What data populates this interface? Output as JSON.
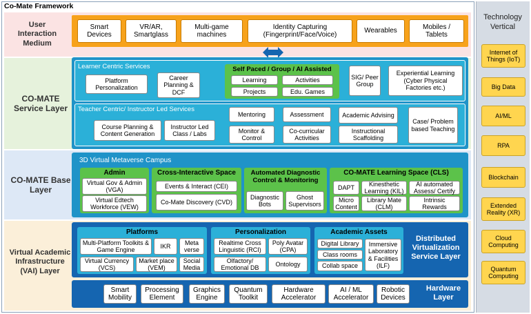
{
  "framework_title": "Co-Mate Framework",
  "bands": {
    "uim": "User Interaction Medium",
    "service": "CO-MATE Service Layer",
    "base": "CO-MATE Base Layer",
    "vai": "Virtual Academic Infrastructure (VAI) Layer"
  },
  "uim_items": [
    "Smart Devices",
    "VR/AR, Smartglass",
    "Multi-game machines",
    "Identity Capturing (Fingerprint/Face/Voice)",
    "Wearables",
    "Mobiles / Tablets"
  ],
  "learner": {
    "title": "Learner Centric Services",
    "platform": "Platform Personalization",
    "career": "Career Planning & DCF",
    "self_paced_title": "Self Paced / Group / AI Assisted",
    "learning": "Learning",
    "activities": "Activities",
    "projects": "Projects",
    "games": "Edu. Games",
    "sig": "SIG/ Peer Group",
    "experiential": "Experiential Learning (Cyber Physical Factories etc.)"
  },
  "teacher": {
    "title": "Teacher Centric/ Instructor Led Services",
    "course": "Course Planning & Content Generation",
    "instructor": "Instructor Led Class / Labs",
    "mentoring": "Mentoring",
    "assessment": "Assessment",
    "advising": "Academic Advising",
    "case": "Case/ Problem based Teaching",
    "monitor": "Monitor & Control",
    "cocurricular": "Co-curricular Activities",
    "scaffolding": "Instructional Scaffolding"
  },
  "campus": {
    "title": "3D Virtual Metaverse Campus",
    "admin_title": "Admin",
    "vga": "Virtual Gov & Admin (VGA)",
    "vew": "Virtual Edtech Workforce (VEW)",
    "cross_title": "Cross-Interactive Space",
    "cei": "Events & Interact (CEI)",
    "cvd": "Co-Mate Discovery (CVD)",
    "diag_title": "Automated Diagnostic Control & Monitoring",
    "bots": "Diagnostic Bots",
    "ghost": "Ghost Supervisors",
    "cls_title": "CO-MATE Learning Space (CLS)",
    "dapt": "DAPT",
    "kil": "Kinesthetic Learning (KIL)",
    "ai_assess": "AI automated Assess/ Certify",
    "micro": "Micro Content",
    "clm": "Library Mate (CLM)",
    "rewards": "Intrinsic Rewards"
  },
  "dvsl": {
    "label": "Distributed Virtualization Service Layer",
    "platforms_title": "Platforms",
    "mpt": "Multi-Platform Toolkits & Game Engine",
    "ikr": "IKR",
    "metaverse": "Meta verse",
    "vcs": "Virtual Currency (VCS)",
    "vem": "Market place (VEM)",
    "social": "Social Media",
    "personalization_title": "Personalization",
    "rci": "Realtime Cross Linguistic (RCI)",
    "cpa": "Poly Avatar (CPA)",
    "olfactory": "Olfactory/ Emotional DB",
    "ontology": "Ontology",
    "assets_title": "Academic Assets",
    "digital_library": "Digital Library",
    "classrooms": "Class rooms",
    "collab": "Collab space",
    "ilf": "Immersive Laboratory & Facilities (ILF)"
  },
  "hardware": {
    "label": "Hardware Layer",
    "items": [
      "Smart Mobility",
      "Processing Element",
      "Graphics Engine",
      "Quantum Toolkit",
      "Hardware Accelerator",
      "AI / ML Accelerator",
      "Robotic Devices"
    ]
  },
  "vertical": {
    "title": "Technology Vertical",
    "items": [
      "Internet of Things (IoT)",
      "Big Data",
      "AI/ML",
      "RPA",
      "Blockchain",
      "Extended Reality (XR)",
      "Cloud Computing",
      "Quantum Computing"
    ]
  },
  "colors": {
    "orange": "#f7a21b",
    "teal": "#1f93c8",
    "blue": "#1565b0",
    "green": "#5cc24a",
    "cyan_inner": "#2bb0d8",
    "gold": "#ffd54f"
  }
}
